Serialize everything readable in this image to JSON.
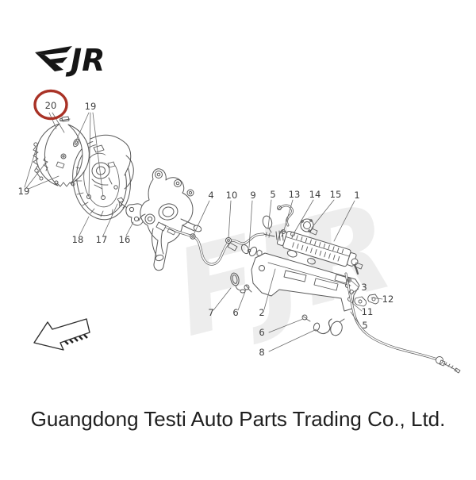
{
  "brand": {
    "logo_full": "FJR",
    "logo_jr": "JR"
  },
  "watermark": {
    "text": "FJR"
  },
  "footer": {
    "company_name": "Guangdong Testi Auto Parts Trading Co., Ltd."
  },
  "diagram": {
    "type": "exploded-parts-diagram",
    "subject": "Electric parking brake actuator, cables, brake shoes and backing plate",
    "highlight": {
      "label": "20",
      "color": "#a93226"
    },
    "line_color": "#595959",
    "callouts": [
      {
        "label": "20",
        "highlighted": true
      },
      {
        "label": "19"
      },
      {
        "label": "19"
      },
      {
        "label": "18"
      },
      {
        "label": "17"
      },
      {
        "label": "16"
      },
      {
        "label": "4"
      },
      {
        "label": "10"
      },
      {
        "label": "9"
      },
      {
        "label": "5"
      },
      {
        "label": "13"
      },
      {
        "label": "14"
      },
      {
        "label": "15"
      },
      {
        "label": "1"
      },
      {
        "label": "3"
      },
      {
        "label": "12"
      },
      {
        "label": "11"
      },
      {
        "label": "5"
      },
      {
        "label": "7"
      },
      {
        "label": "6"
      },
      {
        "label": "2"
      },
      {
        "label": "6"
      },
      {
        "label": "8"
      }
    ]
  }
}
